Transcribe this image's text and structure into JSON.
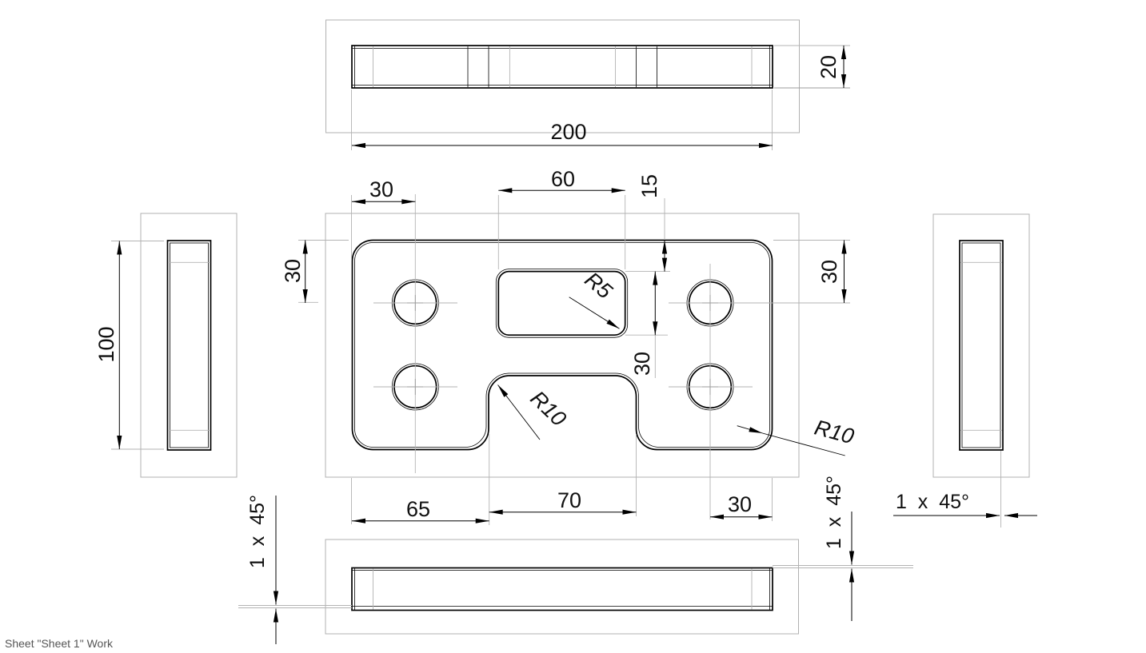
{
  "sheet": {
    "status_label": "Sheet \"Sheet 1\" Work"
  },
  "dims": {
    "length": "200",
    "thickness": "20",
    "height": "100",
    "hole_col_offset_left": "30",
    "slot_width": "60",
    "slot_top_offset": "15",
    "slot_height": "30",
    "hole_row_offset_left": "30",
    "hole_row_offset_right": "30",
    "notch_left_offset": "65",
    "notch_width": "70",
    "hole_col_offset_right": "30",
    "slot_corner_radius": "R5",
    "notch_corner_radius": "R10",
    "plate_corner_radius": "R10",
    "chamfer_bottom_left": "1 x 45°",
    "chamfer_bottom_right": "1 x 45°",
    "chamfer_right_view": "1 x 45°"
  },
  "colors": {
    "line": "#000000",
    "auxiliary": "#b3b3b3",
    "view_frame": "#b0b0b0",
    "text": "#101010",
    "sheet_label": "#555555",
    "background": "#ffffff"
  }
}
